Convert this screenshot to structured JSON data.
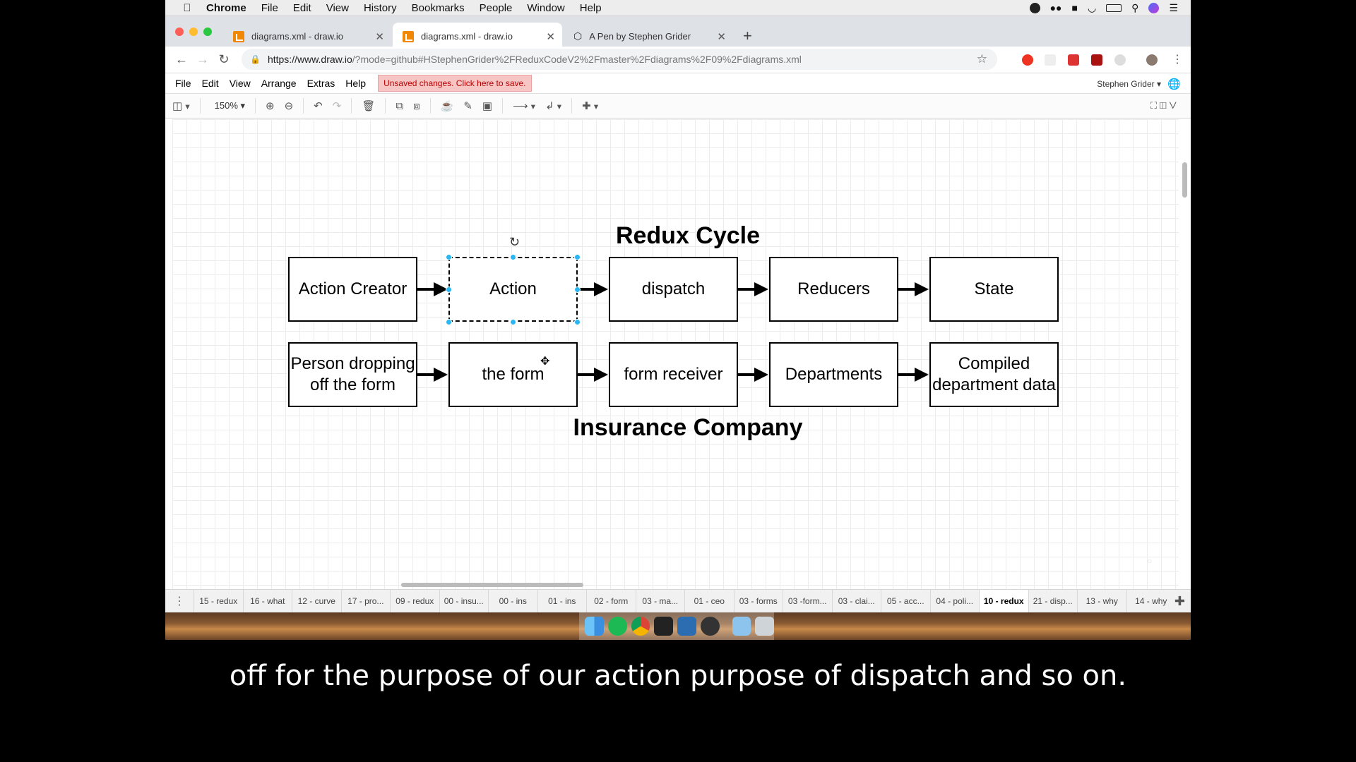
{
  "mac_menu": {
    "app": "Chrome",
    "items": [
      "File",
      "Edit",
      "View",
      "History",
      "Bookmarks",
      "People",
      "Window",
      "Help"
    ]
  },
  "tabs": [
    {
      "title": "diagrams.xml - draw.io",
      "icon": "drawio-icon"
    },
    {
      "title": "diagrams.xml - draw.io",
      "icon": "drawio-icon"
    },
    {
      "title": "A Pen by Stephen Grider",
      "icon": "codepen-icon"
    }
  ],
  "address": {
    "url_host": "https://www.draw.io",
    "url_path": "/?mode=github#HStephenGrider%2FReduxCodeV2%2Fmaster%2Fdiagrams%2F09%2Fdiagrams.xml"
  },
  "app_menu": {
    "items": [
      "File",
      "Edit",
      "View",
      "Arrange",
      "Extras",
      "Help"
    ],
    "unsaved": "Unsaved changes. Click here to save.",
    "user": "Stephen Grider"
  },
  "toolbar": {
    "zoom": "150%"
  },
  "diagram": {
    "title_top": "Redux Cycle",
    "title_bottom": "Insurance Company",
    "row1": [
      "Action Creator",
      "Action",
      "dispatch",
      "Reducers",
      "State"
    ],
    "row2": [
      "Person dropping off the form",
      "the form",
      "form receiver",
      "Departments",
      "Compiled department data"
    ]
  },
  "page_tabs": [
    "15 - redux",
    "16 - what",
    "12 - curve",
    "17 - pro...",
    "09 - redux",
    "00 - insu...",
    "00 - ins",
    "01 - ins",
    "02 - form",
    "03 - ma...",
    "01 - ceo",
    "03 - forms",
    "03 -form...",
    "03 - clai...",
    "05 - acc...",
    "04 - poli...",
    "10 - redux",
    "21 - disp...",
    "13 - why",
    "14 - why"
  ],
  "active_page_tab": "10 - redux",
  "caption": "off for the purpose of our action purpose of dispatch and so on.",
  "colors": {
    "selection": "#29b6f2",
    "unsaved_bg": "#f8c5c5",
    "drawio_orange": "#f08705"
  }
}
